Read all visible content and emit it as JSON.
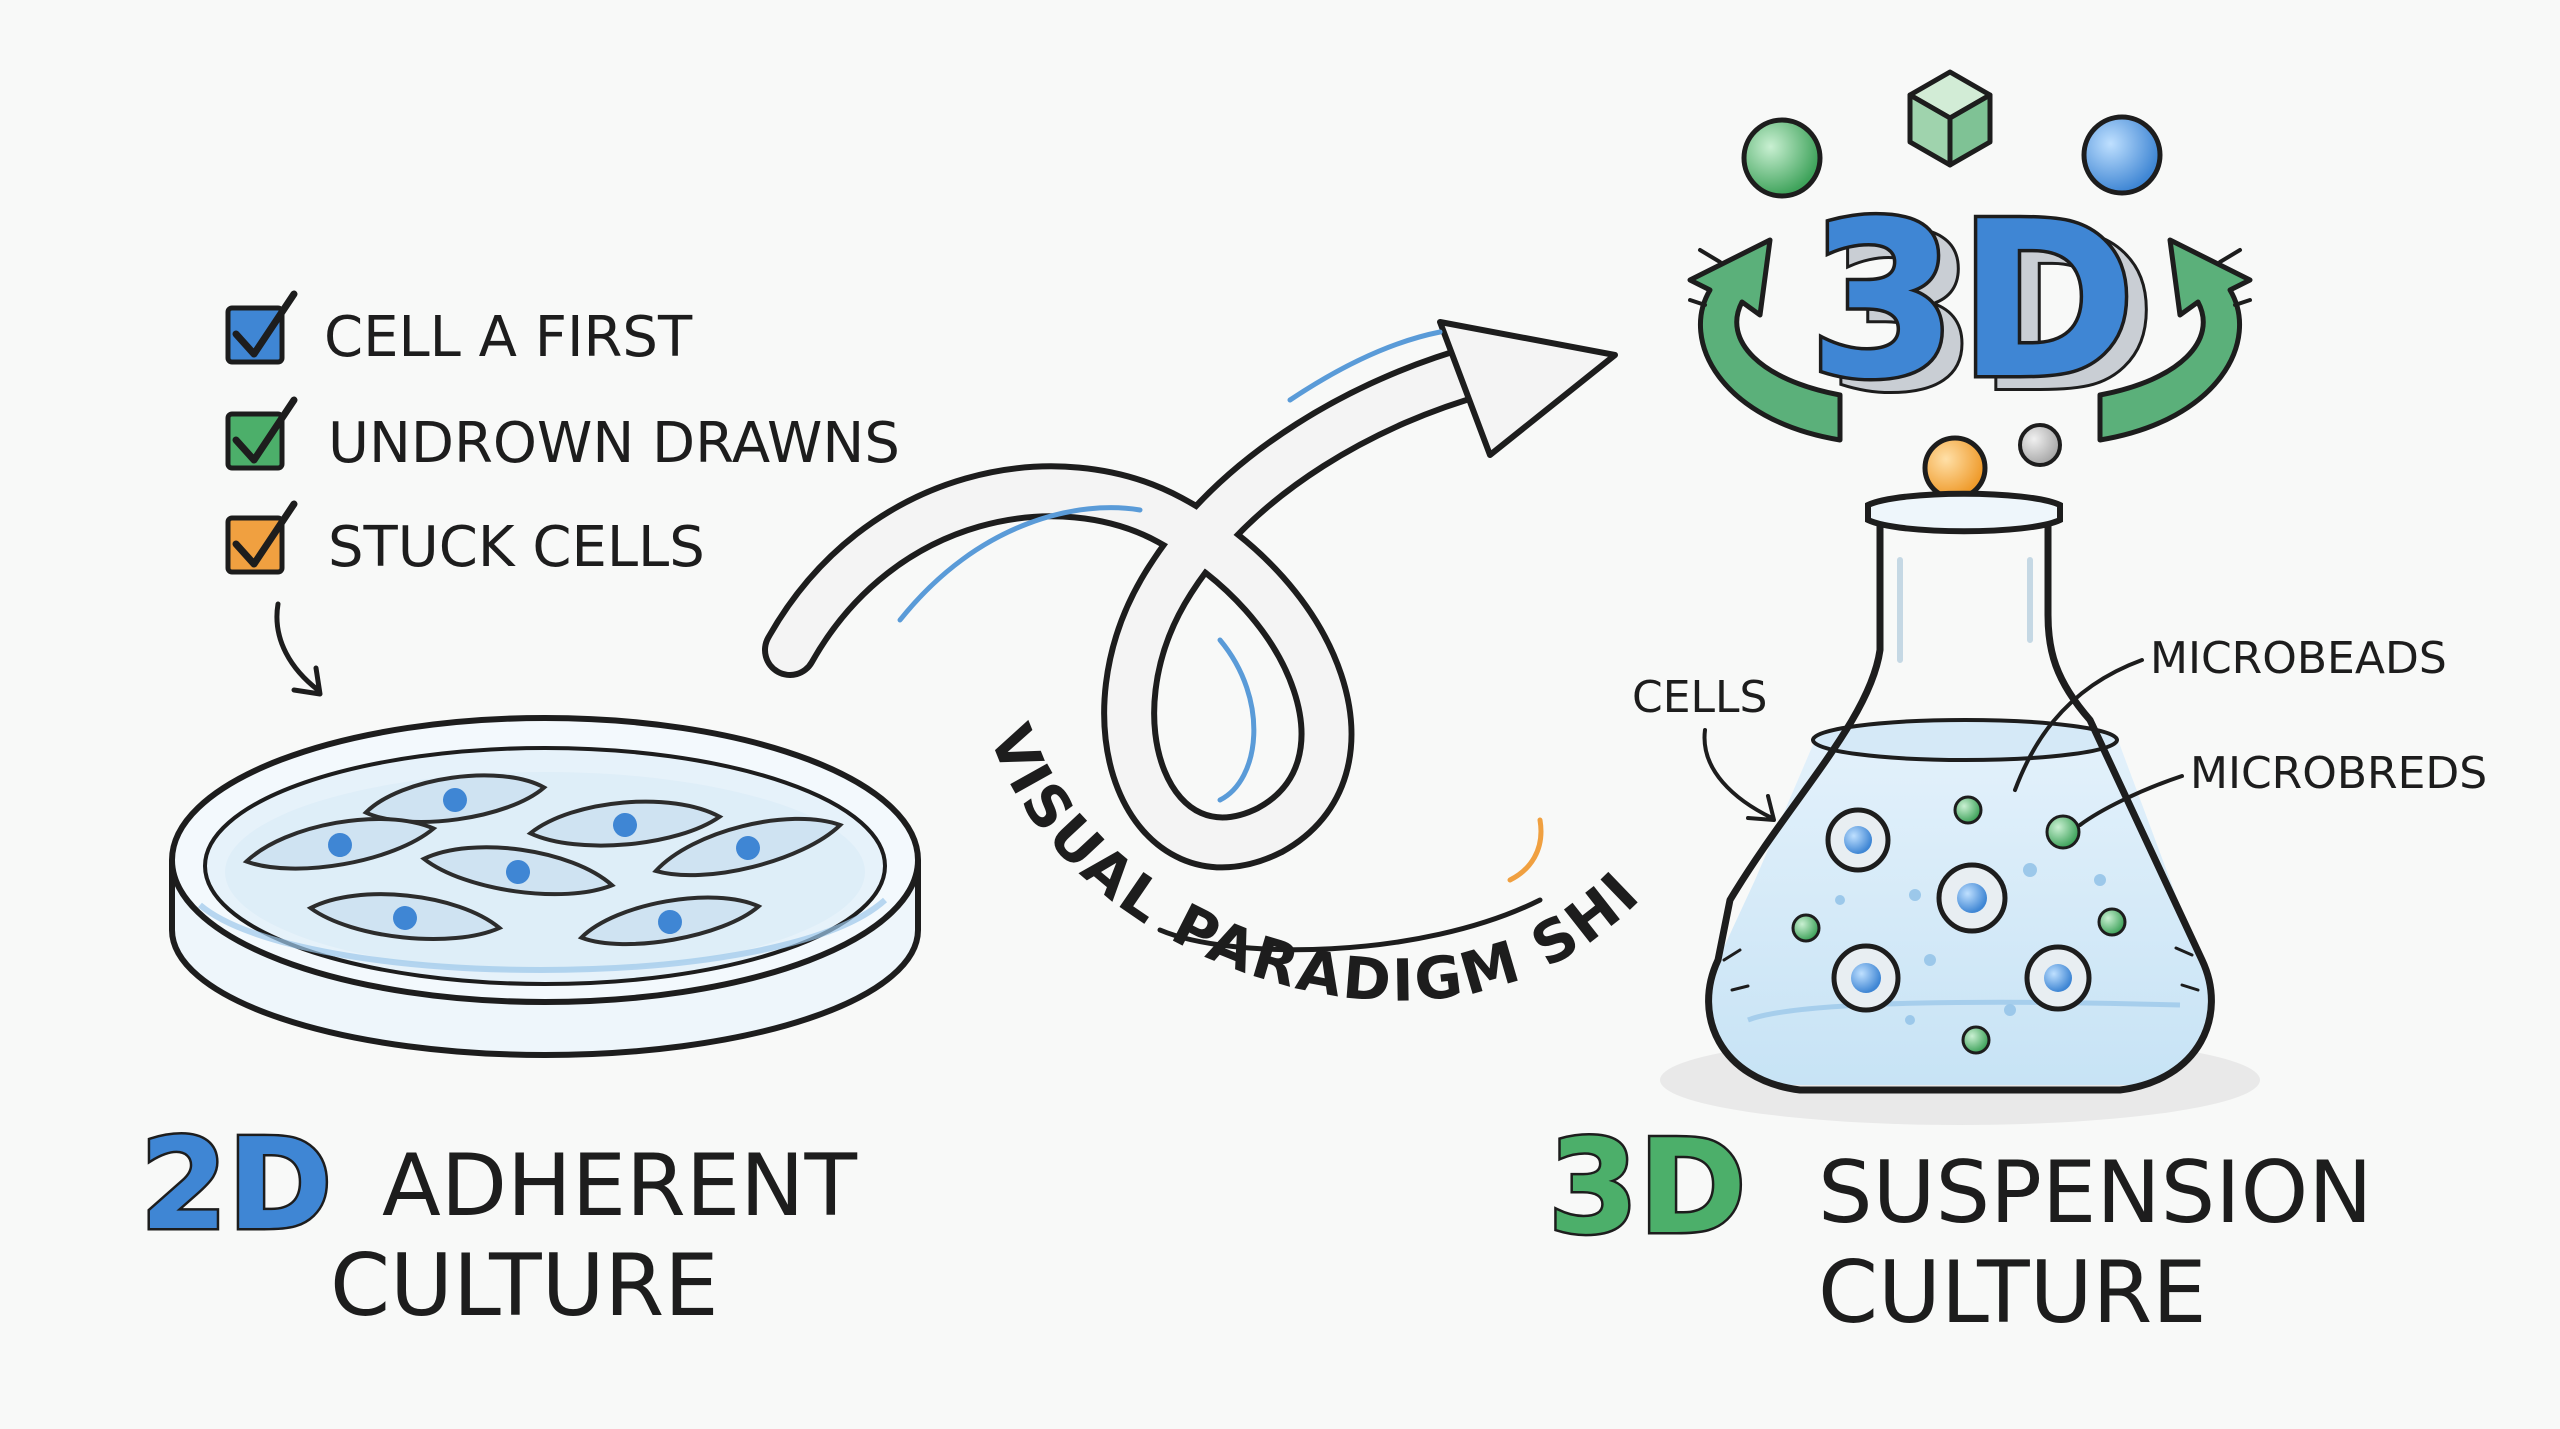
{
  "checklist": [
    {
      "label": "CELL A FIRST",
      "box_color": "#3f86d4",
      "icon": "checkbox-icon"
    },
    {
      "label": "UNDROWN DRAWNS",
      "box_color": "#4caf6a",
      "icon": "checkbox-icon"
    },
    {
      "label": "STUCK CELLS",
      "box_color": "#f0a040",
      "icon": "checkbox-icon"
    }
  ],
  "left_title": {
    "big": "2D",
    "line1": "ADHERENT",
    "line2": "CULTURE",
    "color": "#3f86d4"
  },
  "right_title": {
    "big": "3D",
    "line1": "SUSPENSION",
    "line2": "CULTURE",
    "color": "#4caf6a"
  },
  "shift_label": "VISUAL PARADIGM SHIFT",
  "emblem": {
    "text": "3D",
    "color": "#3f86d4",
    "arrow_color": "#5bb07a"
  },
  "flask_labels": {
    "cells": "CELLS",
    "microbeads": "MICROBEADS",
    "microbreds": "MICROBREDS"
  },
  "colors": {
    "blue": "#3f86d4",
    "green": "#4caf6a",
    "orange": "#f0a040",
    "ink": "#1d1d1d"
  }
}
